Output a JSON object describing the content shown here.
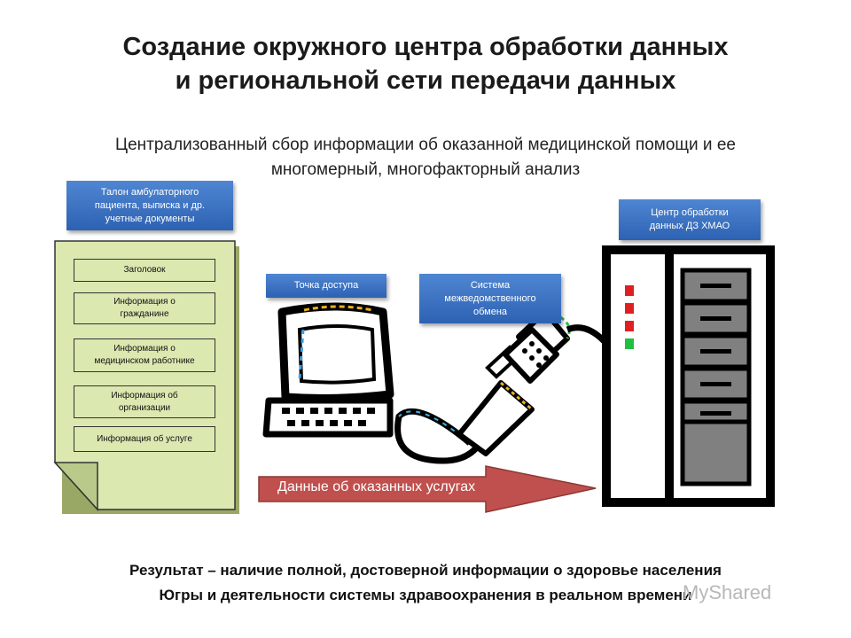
{
  "title": {
    "line1": "Создание окружного центра обработки данных",
    "line2": "и региональной сети передачи данных"
  },
  "subtitle": {
    "line1": "Централизованный сбор информации об оказанной медицинской помощи и ее",
    "line2": "многомерный, многофакторный анализ"
  },
  "document_label": {
    "line1": "Талон амбулаторного",
    "line2": "пациента, выписка и др.",
    "line3": "учетные документы"
  },
  "document_fields": {
    "header": "Заголовок",
    "citizen_1": "Информация о",
    "citizen_2": "гражданине",
    "worker_1": "Информация о",
    "worker_2": "медицинском работнике",
    "org_1": "Информация об",
    "org_2": "организации",
    "service": "Информация об услуге"
  },
  "access_point_label": "Точка доступа",
  "exchange_system_label": {
    "line1": "Система",
    "line2": "межведомственного",
    "line3": "обмена"
  },
  "center_label": {
    "line1": "Центр обработки",
    "line2": "данных ДЗ ХМАО"
  },
  "arrow_label": "Данные об оказанных услугах",
  "result": {
    "line1": "Результат – наличие полной, достоверной информации о здоровье населения",
    "line2": "Югры и деятельности системы здравоохранения в реальном времени"
  },
  "watermark": "MyShared",
  "colors": {
    "label_blue": "#2d62b3",
    "document_green": "#dbe8b0",
    "arrow_red": "#c0504d",
    "led_red": "#e02020",
    "led_green": "#20c040"
  }
}
